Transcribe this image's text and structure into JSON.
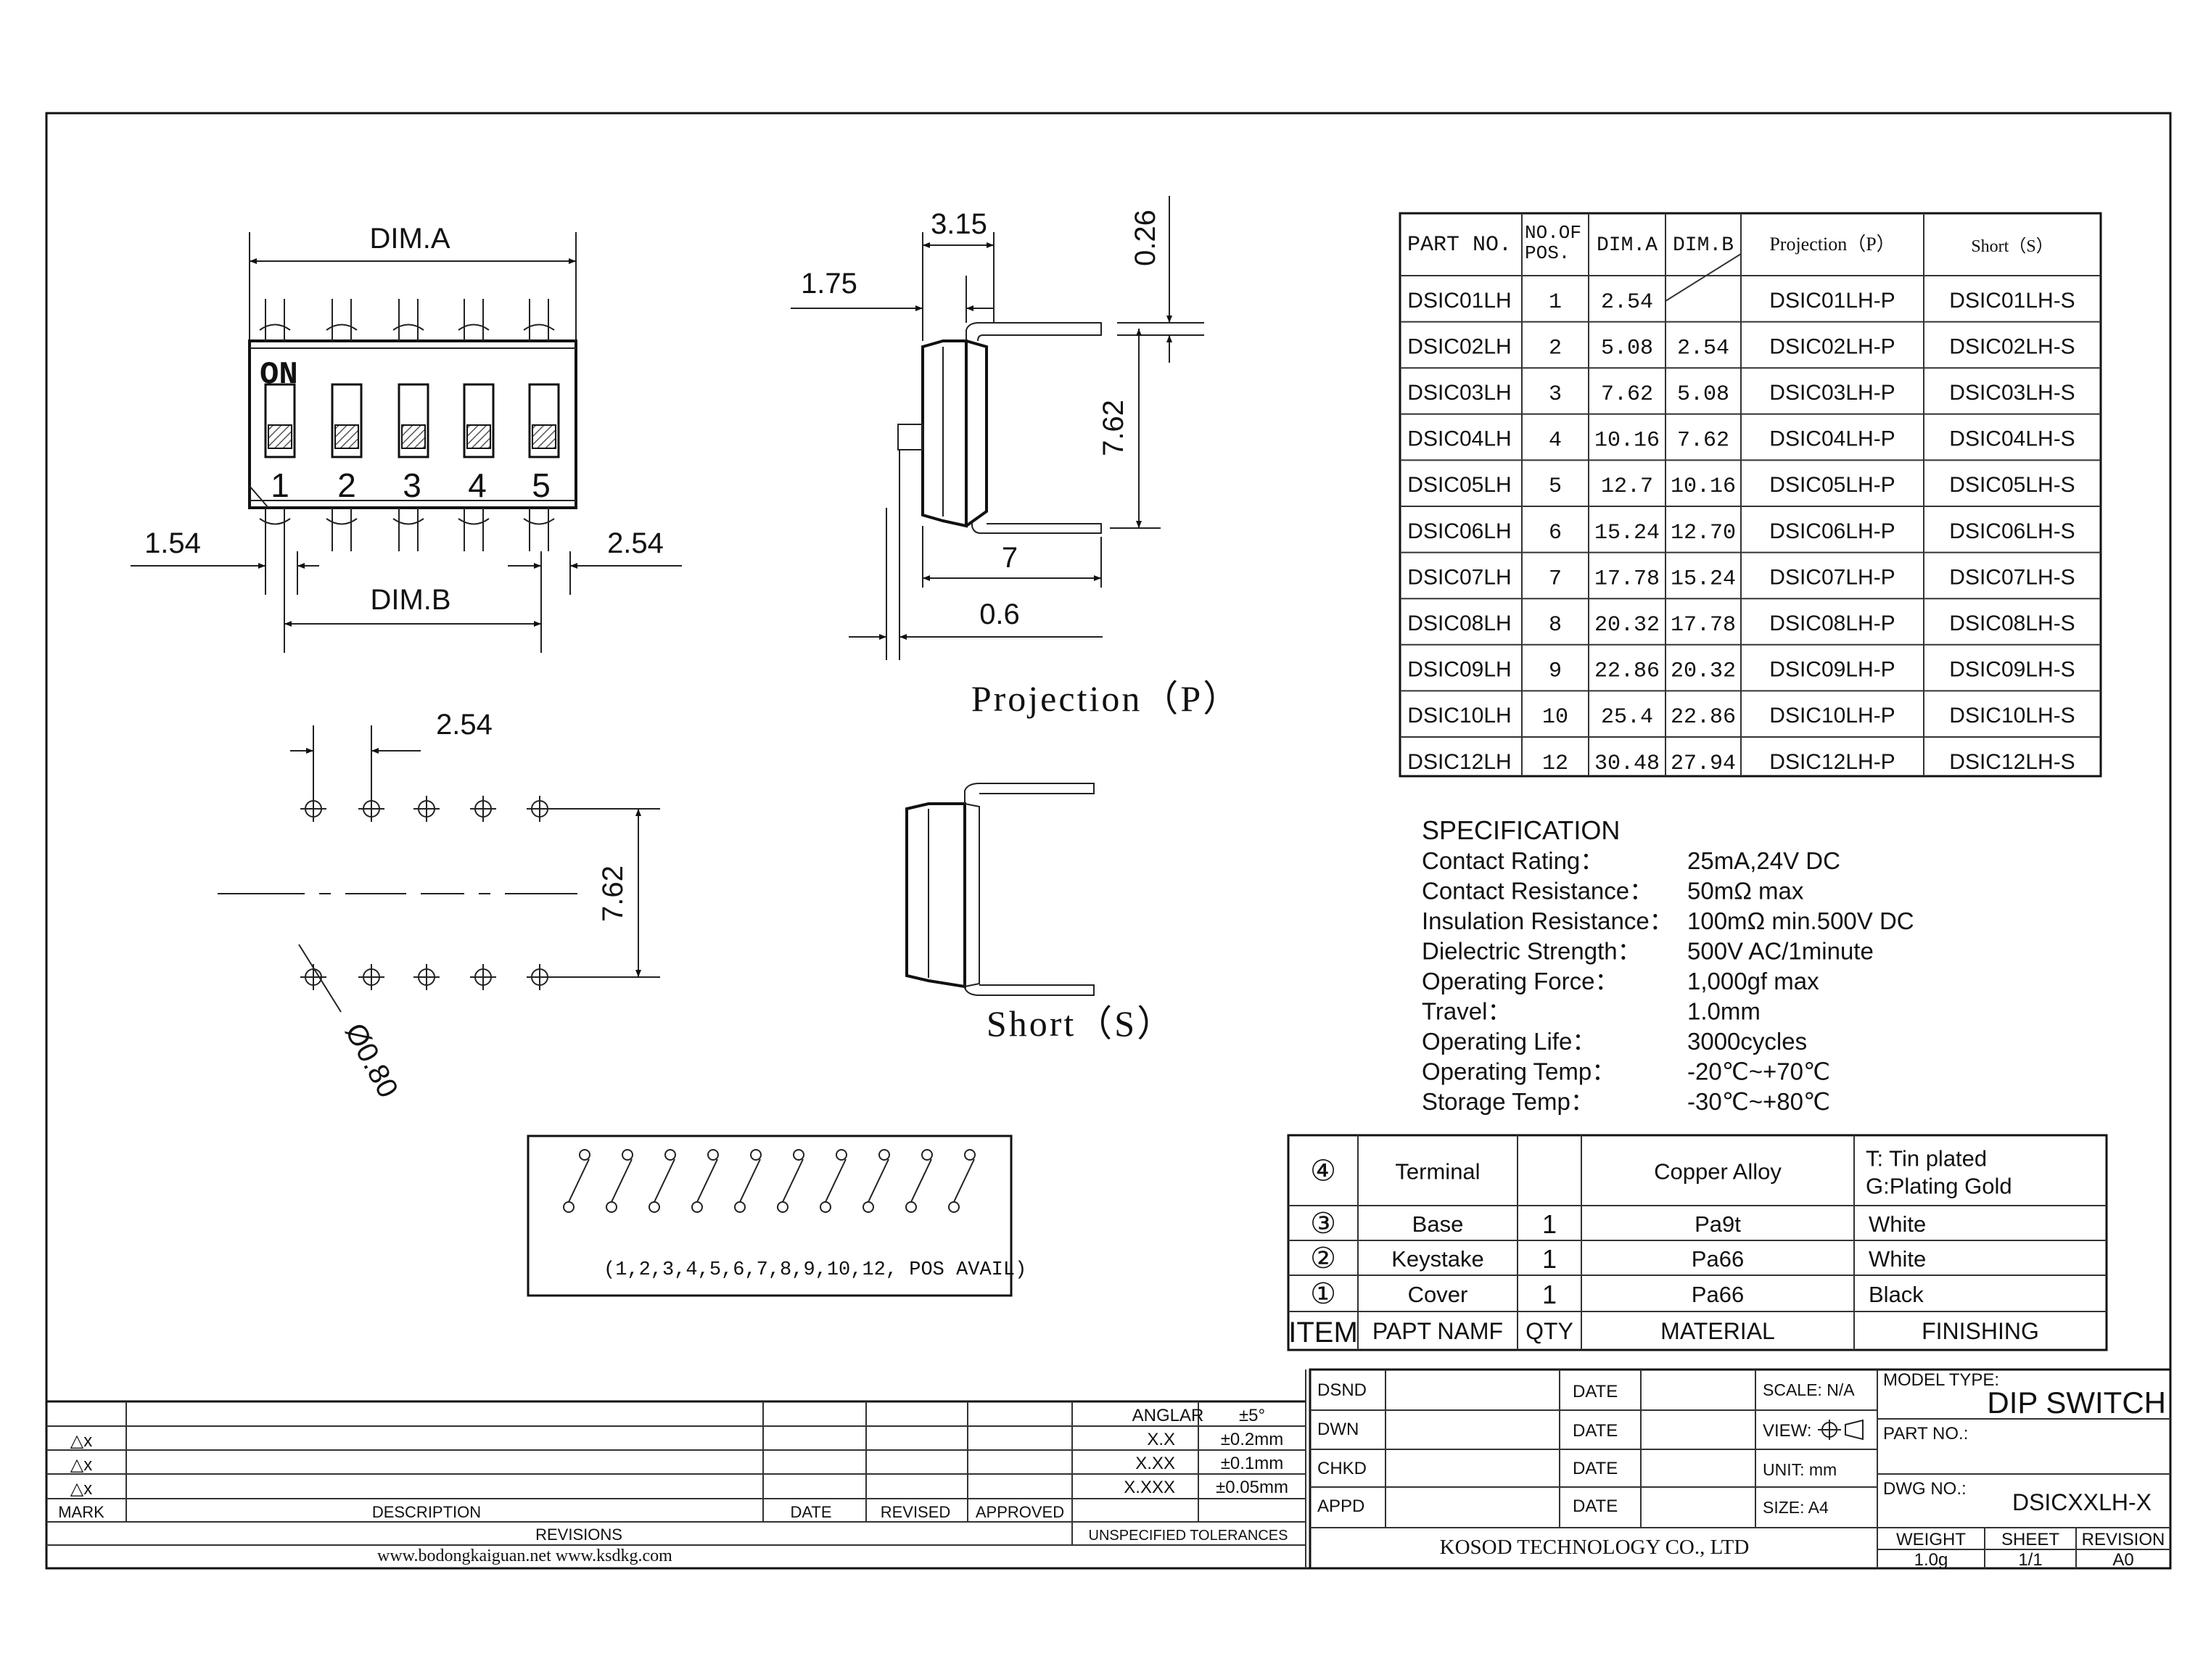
{
  "top_view": {
    "dim_a": "DIM.A",
    "dim_b": "DIM.B",
    "on_label": "ON",
    "switch_numbers": [
      "1",
      "2",
      "3",
      "4",
      "5"
    ],
    "left_pitch": "1.54",
    "right_pitch": "2.54"
  },
  "footprint": {
    "pitch": "2.54",
    "row_spacing": "7.62",
    "hole_dia": "Ø0.80"
  },
  "projection_view": {
    "d_315": "3.15",
    "d_175": "1.75",
    "d_026": "0.26",
    "d_762": "7.62",
    "d_7": "7",
    "d_06": "0.6",
    "title": "Projection（P）"
  },
  "short_view": {
    "title": "Short（S）"
  },
  "pos_avail_box": {
    "caption": "(1,2,3,4,5,6,7,8,9,10,12, POS AVAIL)",
    "switch_count": 10
  },
  "part_table": {
    "headers": [
      "PART NO.",
      "NO.OF POS.",
      "DIM.A",
      "DIM.B",
      "Projection（P）",
      "Short（S）"
    ],
    "rows": [
      {
        "part": "DSIC01LH",
        "pos": "1",
        "a": "2.54",
        "b": "",
        "p": "DSIC01LH-P",
        "s": "DSIC01LH-S"
      },
      {
        "part": "DSIC02LH",
        "pos": "2",
        "a": "5.08",
        "b": "2.54",
        "p": "DSIC02LH-P",
        "s": "DSIC02LH-S"
      },
      {
        "part": "DSIC03LH",
        "pos": "3",
        "a": "7.62",
        "b": "5.08",
        "p": "DSIC03LH-P",
        "s": "DSIC03LH-S"
      },
      {
        "part": "DSIC04LH",
        "pos": "4",
        "a": "10.16",
        "b": "7.62",
        "p": "DSIC04LH-P",
        "s": "DSIC04LH-S"
      },
      {
        "part": "DSIC05LH",
        "pos": "5",
        "a": "12.7",
        "b": "10.16",
        "p": "DSIC05LH-P",
        "s": "DSIC05LH-S"
      },
      {
        "part": "DSIC06LH",
        "pos": "6",
        "a": "15.24",
        "b": "12.70",
        "p": "DSIC06LH-P",
        "s": "DSIC06LH-S"
      },
      {
        "part": "DSIC07LH",
        "pos": "7",
        "a": "17.78",
        "b": "15.24",
        "p": "DSIC07LH-P",
        "s": "DSIC07LH-S"
      },
      {
        "part": "DSIC08LH",
        "pos": "8",
        "a": "20.32",
        "b": "17.78",
        "p": "DSIC08LH-P",
        "s": "DSIC08LH-S"
      },
      {
        "part": "DSIC09LH",
        "pos": "9",
        "a": "22.86",
        "b": "20.32",
        "p": "DSIC09LH-P",
        "s": "DSIC09LH-S"
      },
      {
        "part": "DSIC10LH",
        "pos": "10",
        "a": "25.4",
        "b": "22.86",
        "p": "DSIC10LH-P",
        "s": "DSIC10LH-S"
      },
      {
        "part": "DSIC12LH",
        "pos": "12",
        "a": "30.48",
        "b": "27.94",
        "p": "DSIC12LH-P",
        "s": "DSIC12LH-S"
      }
    ]
  },
  "specification": {
    "title": "SPECIFICATION",
    "items": [
      {
        "label": "Contact  Rating：",
        "value": "25mA,24V DC"
      },
      {
        "label": "Contact  Resistance：",
        "value": "50mΩ max"
      },
      {
        "label": "Insulation Resistance：",
        "value": "100mΩ min.500V DC"
      },
      {
        "label": "Dielectric  Strength：",
        "value": "500V AC/1minute"
      },
      {
        "label": "Operating Force：",
        "value": "1,000gf max"
      },
      {
        "label": "Travel：",
        "value": "1.0mm"
      },
      {
        "label": "Operating Life：",
        "value": "3000cycles"
      },
      {
        "label": "Operating Temp：",
        "value": "-20℃~+70℃"
      },
      {
        "label": "Storage Temp：",
        "value": "-30℃~+80℃"
      }
    ]
  },
  "bom": {
    "rows": [
      {
        "item": "④",
        "name": "Terminal",
        "qty": "",
        "material": "Copper Alloy",
        "finish_1": "T: Tin plated",
        "finish_2": "G:Plating Gold"
      },
      {
        "item": "③",
        "name": "Base",
        "qty": "1",
        "material": "Pa9t",
        "finish_1": "White",
        "finish_2": ""
      },
      {
        "item": "②",
        "name": "Keystake",
        "qty": "1",
        "material": "Pa66",
        "finish_1": "White",
        "finish_2": ""
      },
      {
        "item": "①",
        "name": "Cover",
        "qty": "1",
        "material": "Pa66",
        "finish_1": "Black",
        "finish_2": ""
      }
    ],
    "headers": [
      "ITEM",
      "PAPT NAMF",
      "QTY",
      "MATERIAL",
      "FINISHING"
    ]
  },
  "revisions": {
    "marks": [
      "△x",
      "△x",
      "△x"
    ],
    "mark_h": "MARK",
    "desc_h": "DESCRIPTION",
    "date_h": "DATE",
    "revised_h": "REVISED",
    "approved_h": "APPROVED",
    "title": "REVISIONS",
    "websites": "www.bodongkaiguan.net      www.ksdkg.com"
  },
  "tolerances": {
    "rows": [
      {
        "label": "ANGLAR",
        "value": "±5°"
      },
      {
        "label": "X.X",
        "value": "±0.2mm"
      },
      {
        "label": "X.XX",
        "value": "±0.1mm"
      },
      {
        "label": "X.XXX",
        "value": "±0.05mm"
      }
    ],
    "title": "UNSPECIFIED TOLERANCES"
  },
  "title_block": {
    "roles": [
      "DSND",
      "DWN",
      "CHKD",
      "APPD"
    ],
    "date_label": "DATE",
    "scale": "SCALE: N/A",
    "view": "VIEW:",
    "unit": "UNIT: mm",
    "size": "SIZE: A4",
    "model_type_label": "MODEL TYPE:",
    "model_type": "DIP SWITCH",
    "part_no_label": "PART NO.:",
    "dwg_no_label": "DWG NO.:",
    "dwg_no": "DSICXXLH-X",
    "company": "KOSOD TECHNOLOGY CO., LTD",
    "weight_label": "WEIGHT",
    "weight": "1.0g",
    "sheet_label": "SHEET",
    "sheet": "1/1",
    "revision_label": "REVISION",
    "revision": "A0"
  },
  "colors": {
    "line": "#111111",
    "hatch": "#555555"
  }
}
